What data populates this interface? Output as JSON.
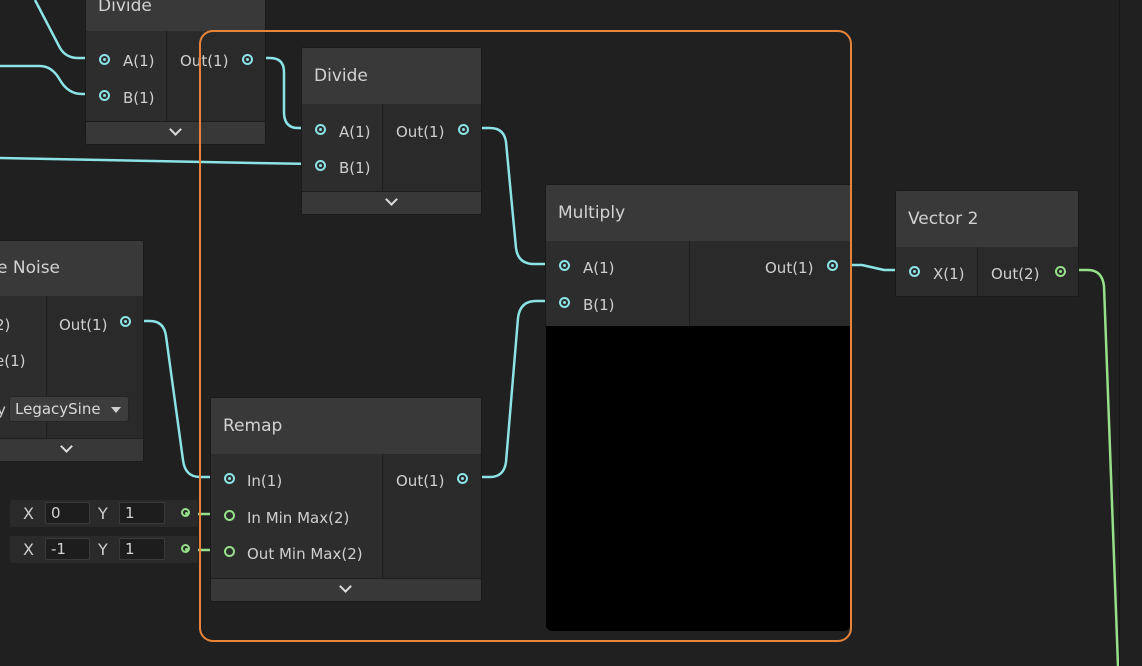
{
  "nodes": {
    "divide_top": {
      "title": "Divide",
      "inputs": [
        "A(1)",
        "B(1)"
      ],
      "output": "Out(1)"
    },
    "divide_mid": {
      "title": "Divide",
      "inputs": [
        "A(1)",
        "B(1)"
      ],
      "output": "Out(1)"
    },
    "noise": {
      "title": "e Noise",
      "inputs": [
        "2)",
        "e(1)"
      ],
      "output": "Out(1)",
      "dropdown_prefix": "y",
      "dropdown_value": "LegacySine"
    },
    "remap": {
      "title": "Remap",
      "inputs": [
        "In(1)",
        "In Min Max(2)",
        "Out Min Max(2)"
      ],
      "output": "Out(1)"
    },
    "multiply": {
      "title": "Multiply",
      "inputs": [
        "A(1)",
        "B(1)"
      ],
      "output": "Out(1)"
    },
    "vector2": {
      "title": "Vector 2",
      "inputs": [
        "X(1)"
      ],
      "output": "Out(2)"
    }
  },
  "remap_fields": {
    "in_min_max": {
      "x_label": "X",
      "x_value": "0",
      "y_label": "Y",
      "y_value": "1"
    },
    "out_min_max": {
      "x_label": "X",
      "x_value": "-1",
      "y_label": "Y",
      "y_value": "1"
    }
  },
  "colors": {
    "float_wire": "#8be3e6",
    "vector2_wire": "#95e089",
    "group_frame": "#e7843a",
    "canvas": "#202020"
  },
  "icons": {
    "expand": "chevron-down-icon",
    "port": "port-circle-icon",
    "dropdown": "triangle-down-icon"
  }
}
